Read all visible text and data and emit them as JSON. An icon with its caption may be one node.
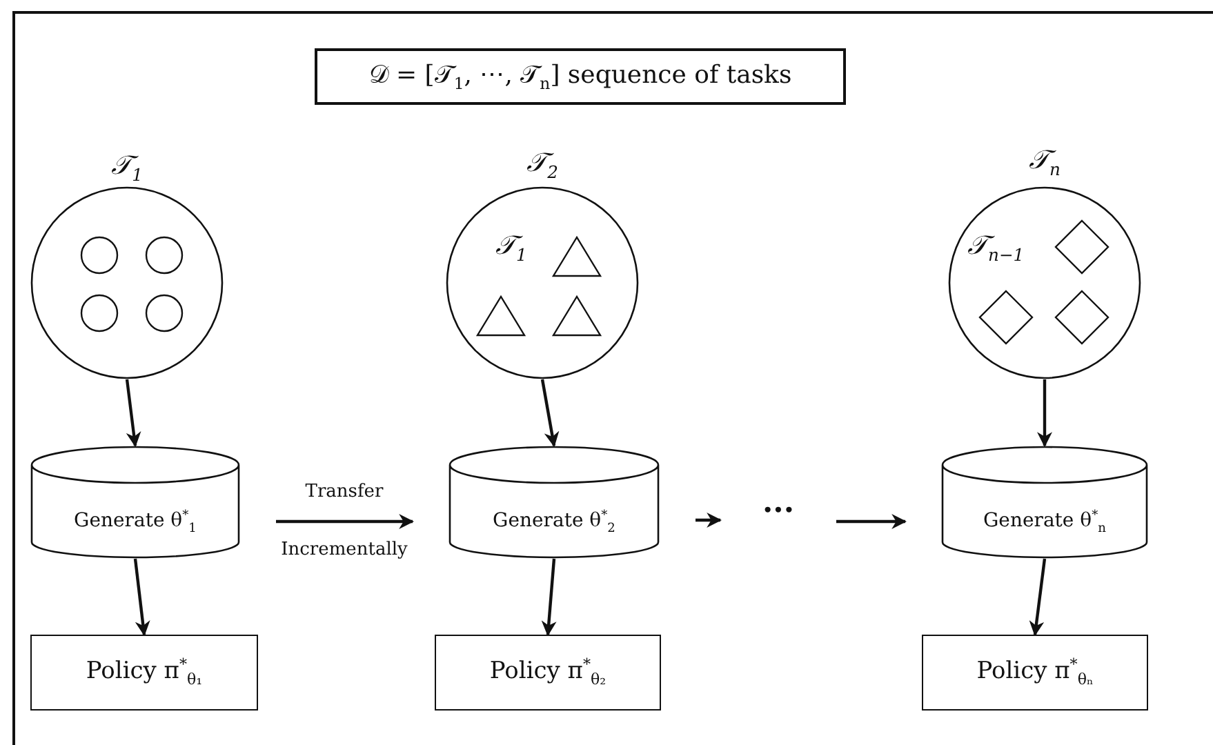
{
  "diagram": {
    "nodes": [
      {
        "text": [
          "𝒟 = [𝒯$_{1}$, ⋯, 𝒯$_{n}$] sequence of tasks"
        ]
      },
      {
        "text": [
          "𝒯$_{1}$"
        ]
      },
      {
        "text": [
          "𝒯$_{2}$",
          "𝒯$_{1}$"
        ]
      },
      {
        "text": [
          "𝒯$_{n}$",
          "𝒯$_{n−1}$"
        ]
      },
      {
        "text": [
          "Generate θ$^{*}$$_{1}$"
        ]
      },
      {
        "text": [
          "Generate θ$^{*}$$_{2}$"
        ]
      },
      {
        "text": [
          "Generate θ$^{*}$$_{n}$"
        ]
      },
      {
        "text": [
          "Policy π$^{*}$$_{θ₁}$"
        ]
      },
      {
        "text": [
          "Policy π$^{*}$$_{θ₂}$"
        ]
      },
      {
        "text": [
          "Policy π$^{*}$$_{θₙ}$"
        ]
      },
      {
        "text": [
          "···"
        ]
      }
    ],
    "edges": [
      {
        "from": 1,
        "to": 4,
        "arrow": "to"
      },
      {
        "from": 2,
        "to": 5,
        "arrow": "to"
      },
      {
        "from": 3,
        "to": 6,
        "arrow": "to"
      },
      {
        "from": 4,
        "to": 7,
        "arrow": "to"
      },
      {
        "from": 5,
        "to": 8,
        "arrow": "to"
      },
      {
        "from": 6,
        "to": 9,
        "arrow": "to"
      },
      {
        "from": 4,
        "to": 5,
        "arrow": "to",
        "label": "Transfer Incrementally"
      },
      {
        "from": 5,
        "to": 10,
        "arrow": "to"
      },
      {
        "from": 10,
        "to": 6,
        "arrow": "to"
      }
    ]
  }
}
